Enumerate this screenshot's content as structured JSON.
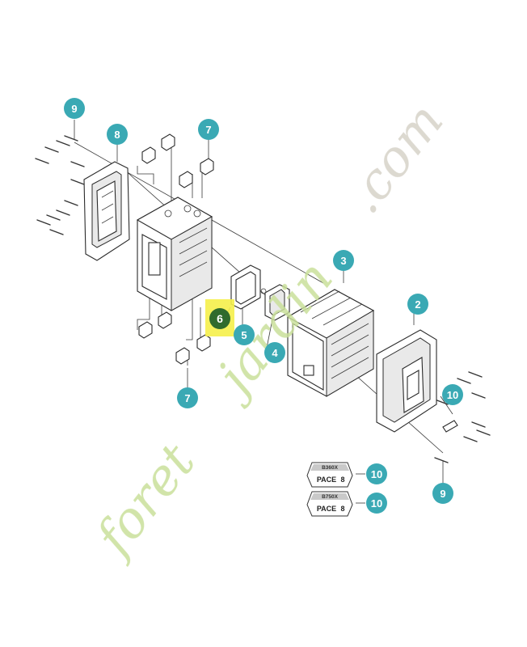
{
  "callouts": [
    {
      "id": "c9a",
      "number": "9"
    },
    {
      "id": "c8",
      "number": "8"
    },
    {
      "id": "c7a",
      "number": "7"
    },
    {
      "id": "c3",
      "number": "3"
    },
    {
      "id": "c2",
      "number": "2"
    },
    {
      "id": "c6",
      "number": "6"
    },
    {
      "id": "c5",
      "number": "5"
    },
    {
      "id": "c4",
      "number": "4"
    },
    {
      "id": "c7b",
      "number": "7"
    },
    {
      "id": "c10a",
      "number": "10"
    },
    {
      "id": "c10b",
      "number": "10"
    },
    {
      "id": "c10c",
      "number": "10"
    },
    {
      "id": "c9b",
      "number": "9"
    }
  ],
  "labels": {
    "label1_model": "B360X",
    "label1_name": "PACE",
    "label2_model": "B750X",
    "label2_name": "PACE"
  },
  "watermark": {
    "part1": "foret",
    "part2": "jardin",
    "part3": ".com"
  },
  "colors": {
    "callout": "#3aa9b4",
    "selected": "#2f6b2d",
    "highlight": "#f5f04a",
    "wm_green": "#c9e09a",
    "wm_orange": "#f3c79a",
    "wm_gray": "#d6d2c8"
  }
}
